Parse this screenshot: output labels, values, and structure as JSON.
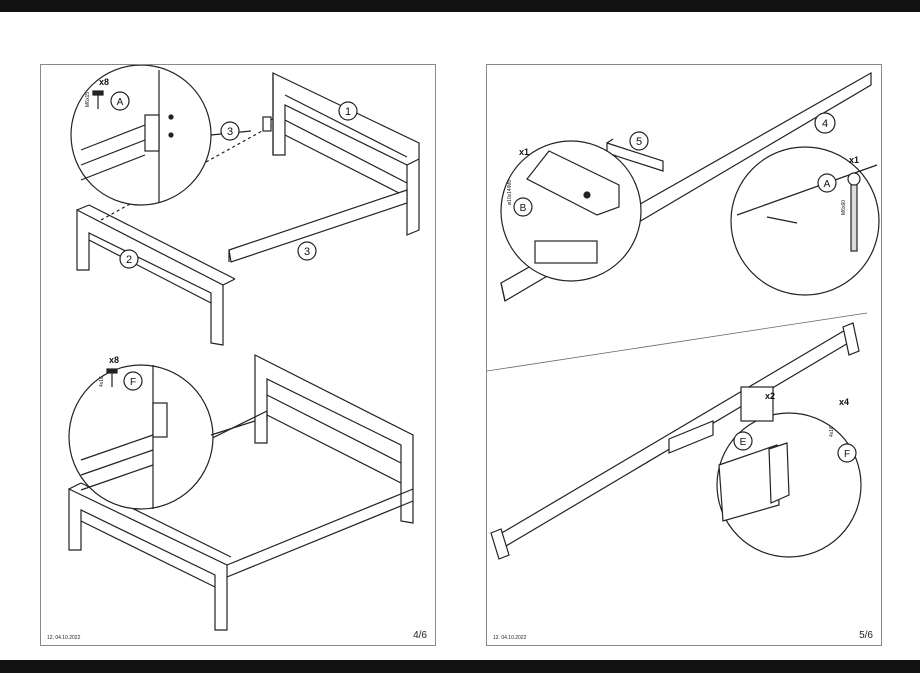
{
  "left_page": {
    "date": "12.  04.10.2022",
    "page_number": "4/6",
    "callouts": {
      "headboard": "1",
      "footboard": "2",
      "rail_top": "3",
      "rail_bottom": "3",
      "screw_a": "A",
      "screw_f": "F"
    },
    "qty_a": "x8",
    "qty_f": "x8",
    "size_a": "M6x15",
    "size_f": "4x16"
  },
  "right_page": {
    "date": "12.  04.10.2022",
    "page_number": "5/6",
    "callouts": {
      "beam": "4",
      "block": "5",
      "nut_b": "B",
      "bolt_a": "A",
      "bracket_e": "E",
      "screw_f": "F"
    },
    "qty_b": "x1",
    "qty_a": "x1",
    "qty_e": "x2",
    "qty_f": "x4",
    "size_b": "ø10x14/M6",
    "size_a": "M6x60",
    "size_f": "4x16"
  }
}
